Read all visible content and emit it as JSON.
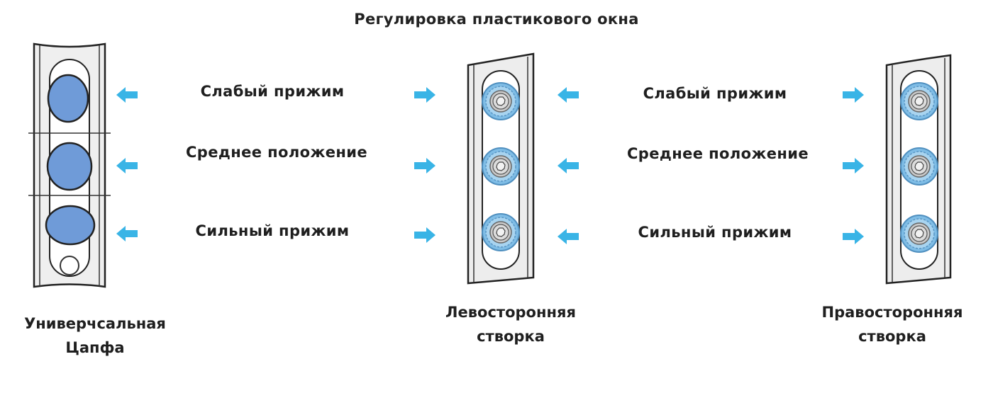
{
  "title": "Регулировка пластикового окна",
  "left_group": {
    "weak": "Слабый  прижим",
    "middle": "Среднее положение",
    "strong": "Сильный  прижим"
  },
  "right_group": {
    "weak": "Слабый  прижим",
    "middle": "Среднее положение",
    "strong": "Сильный  прижим"
  },
  "captions": {
    "universal": [
      "Универчсальная",
      "Цапфа"
    ],
    "left_sash": [
      "Левосторонняя",
      "створка"
    ],
    "right_sash": [
      "Правосторонняя",
      "створка"
    ]
  },
  "colors": {
    "arrow": "#39b4e6",
    "oval_fill": "#6f9bd8",
    "cam_ring": "#7fbde6",
    "frame_fill": "#ededed"
  }
}
